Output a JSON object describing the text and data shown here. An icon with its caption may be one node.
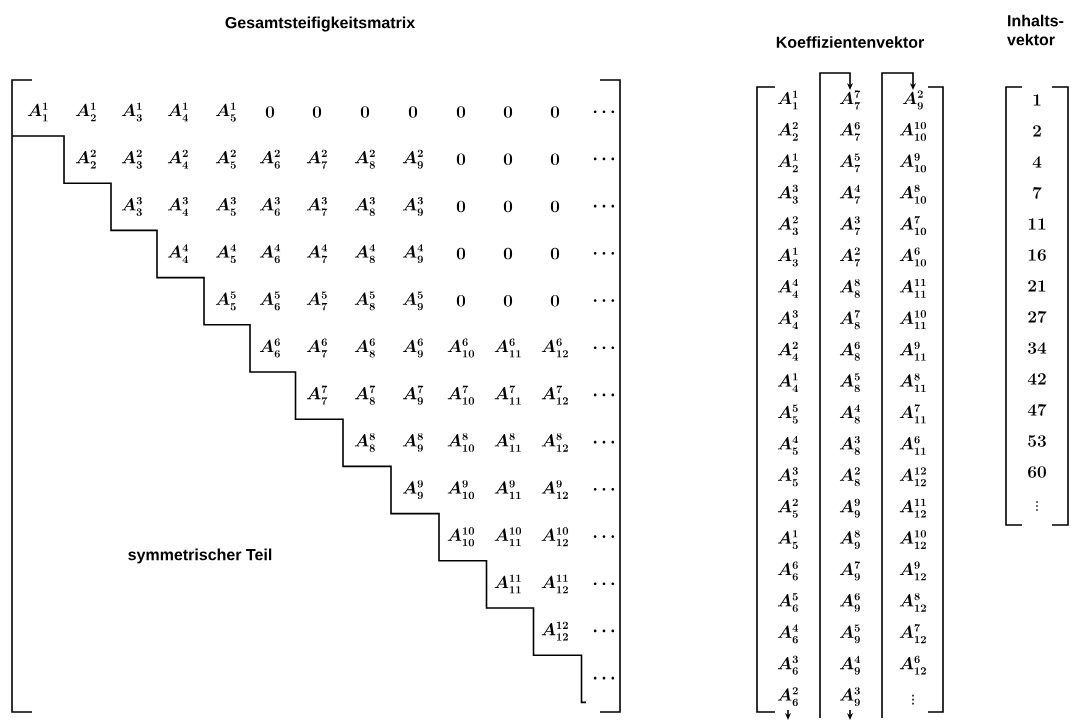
{
  "diagram": {
    "labels": [
      "Gesamtsteifigkeitsmatrix",
      "Koeffizientenvektor",
      "Inhalts- vektor",
      "A^{1}_{1}",
      "A^{1}_{2}",
      "A^{1}_{3}",
      "A^{1}_{4}",
      "A^{1}_{5}",
      "0",
      "0",
      "0",
      "0",
      "0",
      "0",
      "0",
      "\\cdots",
      "A^{2}_{2}",
      "A^{2}_{3}",
      "A^{2}_{4}",
      "A^{2}_{5}",
      "A^{2}_{6}",
      "A^{2}_{7}",
      "A^{2}_{8}",
      "A^{2}_{9}",
      "0",
      "0",
      "0",
      "\\cdots",
      "A^{3}_{3}",
      "A^{3}_{4}",
      "A^{3}_{5}",
      "A^{3}_{6}",
      "A^{3}_{7}",
      "A^{3}_{8}",
      "A^{3}_{9}",
      "0",
      "0",
      "0",
      "\\cdots",
      "A^{4}_{4}",
      "A^{4}_{5}",
      "A^{4}_{6}",
      "A^{4}_{7}",
      "A^{4}_{8}",
      "A^{4}_{9}",
      "0",
      "0",
      "0",
      "\\cdots",
      "A^{5}_{5}",
      "A^{5}_{6}",
      "A^{5}_{7}",
      "A^{5}_{8}",
      "A^{5}_{9}",
      "0",
      "0",
      "0",
      "\\cdots",
      "A^{6}_{6}",
      "A^{6}_{7}",
      "A^{6}_{8}",
      "A^{6}_{9}",
      "A^{6}_{10}",
      "A^{6}_{11}",
      "A^{6}_{12}",
      "\\cdots",
      "A^{7}_{7}",
      "A^{7}_{8}",
      "A^{7}_{9}",
      "A^{7}_{10}",
      "A^{7}_{11}",
      "A^{7}_{12}",
      "\\cdots",
      "A^{8}_{8}",
      "A^{8}_{9}",
      "A^{8}_{10}",
      "A^{8}_{11}",
      "A^{8}_{12}",
      "\\cdots",
      "A^{9}_{9}",
      "A^{9}_{10}",
      "A^{9}_{11}",
      "A^{9}_{12}",
      "\\cdots",
      "A^{10}_{10}",
      "A^{10}_{11}",
      "A^{10}_{12}",
      "\\cdots",
      "A^{11}_{11}",
      "A^{11}_{12}",
      "\\cdots",
      "A^{12}_{12}",
      "\\cdots",
      "\\cdots",
      "symmetrischer Teil",
      "A^{1}_{1}",
      "A^{2}_{2}",
      "A^{1}_{2}",
      "A^{3}_{3}",
      "A^{2}_{3}",
      "A^{1}_{3}",
      "A^{4}_{4}",
      "A^{3}_{4}",
      "A^{2}_{4}",
      "A^{1}_{4}",
      "A^{5}_{5}",
      "A^{4}_{5}",
      "A^{3}_{5}",
      "A^{2}_{5}",
      "A^{1}_{5}",
      "A^{6}_{6}",
      "A^{5}_{6}",
      "A^{4}_{6}",
      "A^{3}_{6}",
      "A^{2}_{6}",
      "A^{7}_{7}",
      "A^{6}_{7}",
      "A^{5}_{7}",
      "A^{4}_{7}",
      "A^{3}_{7}",
      "A^{2}_{7}",
      "A^{8}_{8}",
      "A^{7}_{8}",
      "A^{6}_{8}",
      "A^{5}_{8}",
      "A^{4}_{8}",
      "A^{3}_{8}",
      "A^{2}_{8}",
      "A^{9}_{9}",
      "A^{8}_{9}",
      "A^{7}_{9}",
      "A^{6}_{9}",
      "A^{5}_{9}",
      "A^{4}_{9}",
      "A^{3}_{9}",
      "A^{2}_{9}",
      "A^{10}_{10}",
      "A^{9}_{10}",
      "A^{8}_{10}",
      "A^{7}_{10}",
      "A^{6}_{10}",
      "A^{11}_{11}",
      "A^{10}_{11}",
      "A^{9}_{11}",
      "A^{8}_{11}",
      "A^{7}_{11}",
      "A^{6}_{11}",
      "A^{12}_{12}",
      "A^{11}_{12}",
      "A^{10}_{12}",
      "A^{9}_{12}",
      "A^{8}_{12}",
      "A^{7}_{12}",
      "A^{6}_{12}",
      "\\vdots",
      "1",
      "2",
      "4",
      "7",
      "11",
      "16",
      "21",
      "27",
      "34",
      "42",
      "47",
      "53",
      "60",
      "\\vdots"
    ]
  }
}
